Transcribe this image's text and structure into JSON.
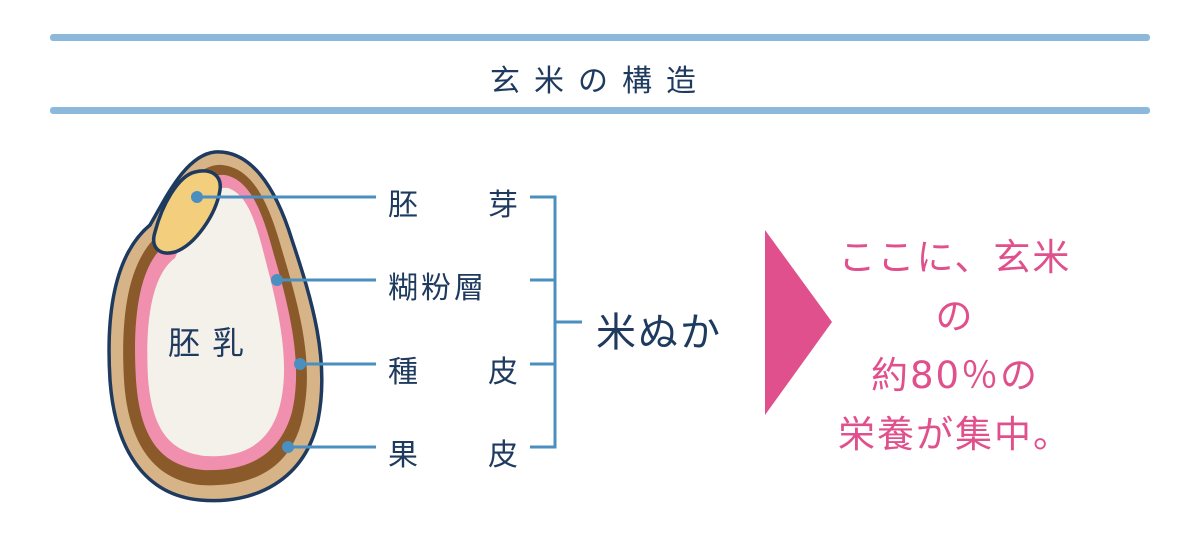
{
  "title": "玄米の構造",
  "endosperm_label": "胚乳",
  "parts": [
    {
      "label_a": "胚",
      "label_b": "芽"
    },
    {
      "label_a": "糊粉層",
      "label_b": ""
    },
    {
      "label_a": "種",
      "label_b": "皮"
    },
    {
      "label_a": "果",
      "label_b": "皮"
    }
  ],
  "group_label": "米ぬか",
  "message_lines": [
    "ここに、玄米の",
    "約80％の",
    "栄養が集中。"
  ],
  "colors": {
    "navy": "#1f3a5f",
    "line_blue": "#4a8fc0",
    "pink": "#e0508c",
    "rule_blue": "#7fb0d8"
  }
}
